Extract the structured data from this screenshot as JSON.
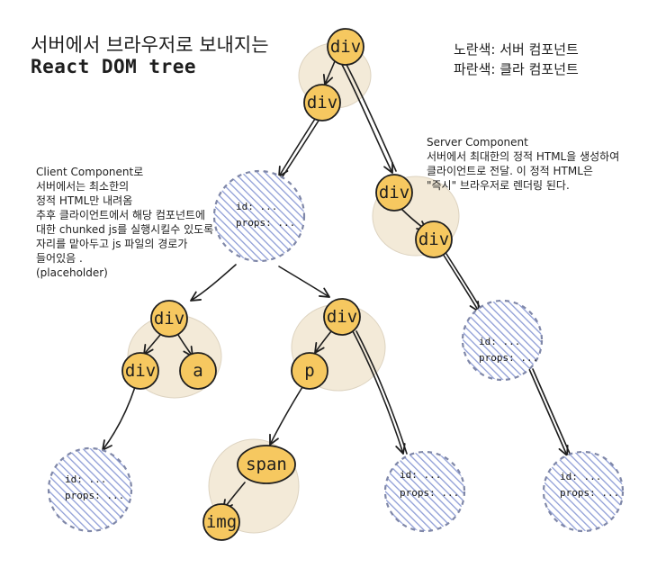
{
  "title": {
    "line1": "서버에서 브라우저로 보내지는",
    "line2": "React DOM tree"
  },
  "legend": {
    "yellow": "노란색: 서버 컴포넌트",
    "blue": "파란색: 클라 컴포넌트"
  },
  "notes": {
    "client": [
      "Client Component로",
      "서버에서는 최소한의",
      "정적 HTML만 내려옴",
      "추후 클라이언트에서 해당 컴포넌트에",
      "대한 chunked js를 실행시킬수 있도록",
      "자리를 맡아두고 js 파일의 경로가",
      "들어있음 .",
      "(placeholder)"
    ],
    "server": [
      "Server Component",
      "서버에서 최대한의 정적 HTML을 생성하여",
      "클라이언트로 전달. 이 정적 HTML은",
      "\"즉시\" 브라우저로 렌더링 된다."
    ]
  },
  "placeholder": {
    "id_text": "id: ...",
    "props_text": "props: ..."
  },
  "nodes": {
    "root": "div",
    "div_l1": "div",
    "div_right_1": "div",
    "div_right_2": "div",
    "div_mid_left": "div",
    "div_leaf_left": "div",
    "a_leaf": "a",
    "div_mid_right": "div",
    "p_node": "p",
    "span_node": "span",
    "img_node": "img"
  },
  "colors": {
    "server_fill": "#f6c860",
    "server_stroke": "#1e1e1e",
    "halo": "#f3ead8",
    "client_hatch": "#9aa8dd",
    "client_stroke": "#7f87a8",
    "edge": "#1e1e1e"
  }
}
